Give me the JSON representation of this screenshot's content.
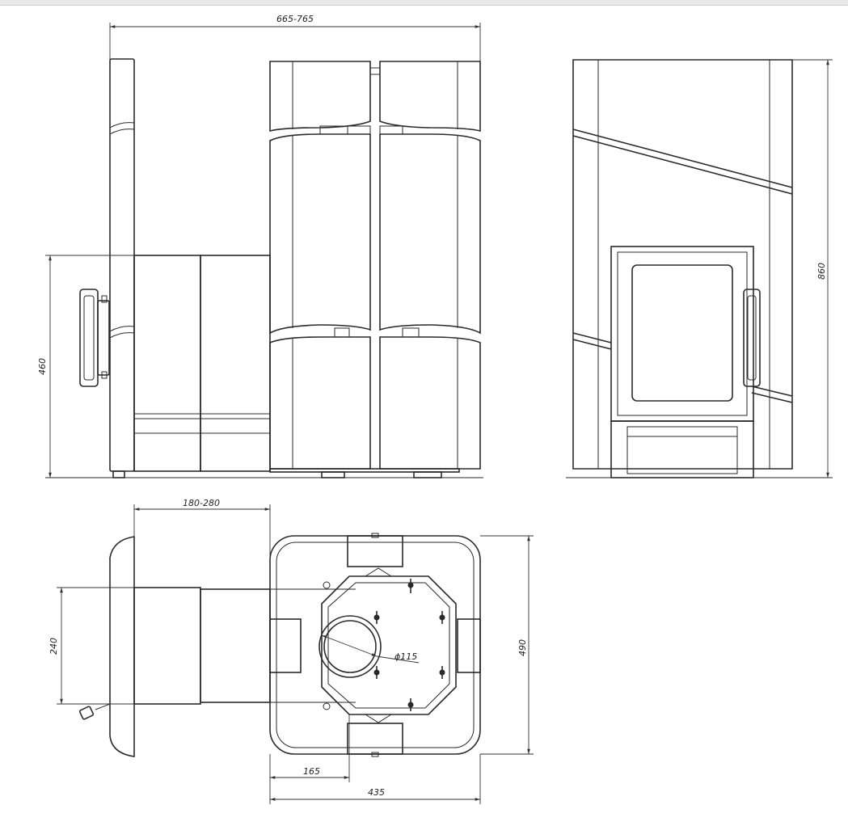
{
  "drawing": {
    "dimensions": {
      "overall_depth": "665-765",
      "stove_height": "860",
      "firebox_height": "460",
      "chimney_offset": "180-280",
      "flue_width": "240",
      "flue_diameter": "ϕ115",
      "body_depth": "490",
      "base_offset": "165",
      "base_width": "435"
    }
  }
}
